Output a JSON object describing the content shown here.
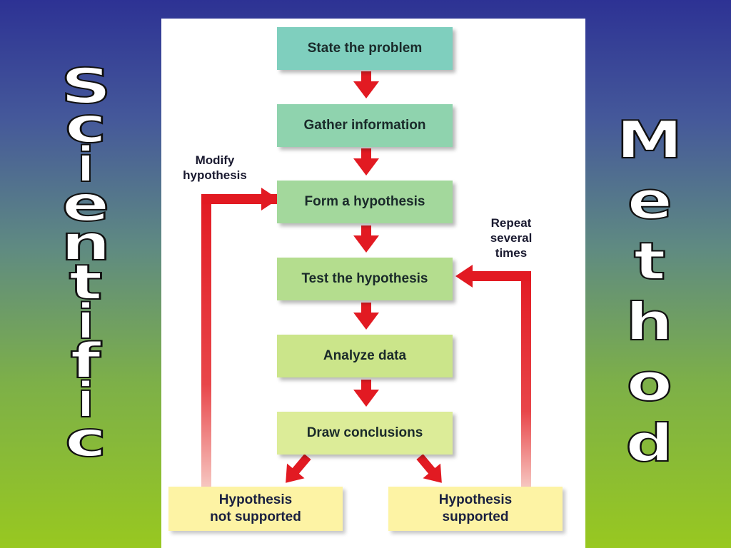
{
  "title_left": [
    "S",
    "c",
    "i",
    "e",
    "n",
    "t",
    "i",
    "f",
    "i",
    "c"
  ],
  "title_right": [
    "M",
    "e",
    "t",
    "h",
    "o",
    "d"
  ],
  "steps": [
    "State the problem",
    "Gather information",
    "Form a hypothesis",
    "Test the hypothesis",
    "Analyze data",
    "Draw conclusions"
  ],
  "results": {
    "not_supported": [
      "Hypothesis",
      "not supported"
    ],
    "supported": [
      "Hypothesis",
      "supported"
    ]
  },
  "notes": {
    "modify": [
      "Modify",
      "hypothesis"
    ],
    "repeat": [
      "Repeat",
      "several",
      "times"
    ]
  },
  "colors": {
    "step_gradient": [
      "#7fcfbe",
      "#8fd3ae",
      "#a3d89c",
      "#b4dd8e",
      "#cbe58a",
      "#dcec98"
    ],
    "arrow": "#e21a22",
    "result_fill": "#fdf3a4"
  }
}
